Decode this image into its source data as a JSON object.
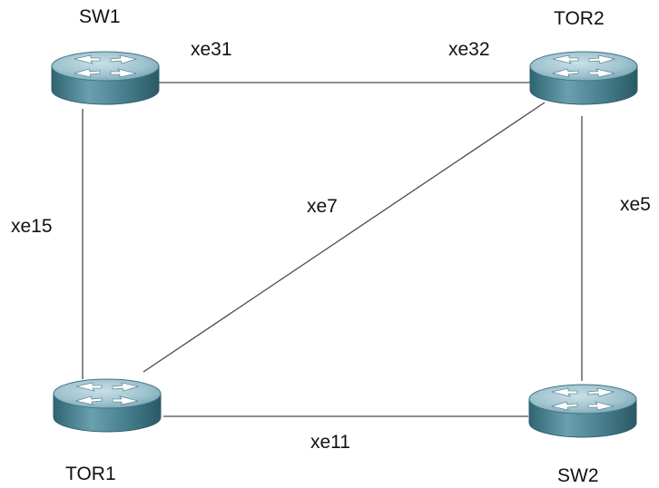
{
  "nodes": {
    "sw1": {
      "label": "SW1",
      "icon": "router-icon"
    },
    "tor2": {
      "label": "TOR2",
      "icon": "router-icon"
    },
    "tor1": {
      "label": "TOR1",
      "icon": "router-icon"
    },
    "sw2": {
      "label": "SW2",
      "icon": "router-icon"
    }
  },
  "links": {
    "sw1_tor2": {
      "label_a": "xe31",
      "label_b": "xe32"
    },
    "sw1_tor1": {
      "label": "xe15"
    },
    "tor1_tor2": {
      "label": "xe7"
    },
    "tor2_sw2": {
      "label": "xe5"
    },
    "tor1_sw2": {
      "label": "xe11"
    }
  },
  "colors": {
    "router_top": "#9fc3cf",
    "router_side": "#4f8797",
    "router_edge": "#2f5f6c",
    "arrows": "#ffffff",
    "link_line": "#4a4a4a"
  }
}
